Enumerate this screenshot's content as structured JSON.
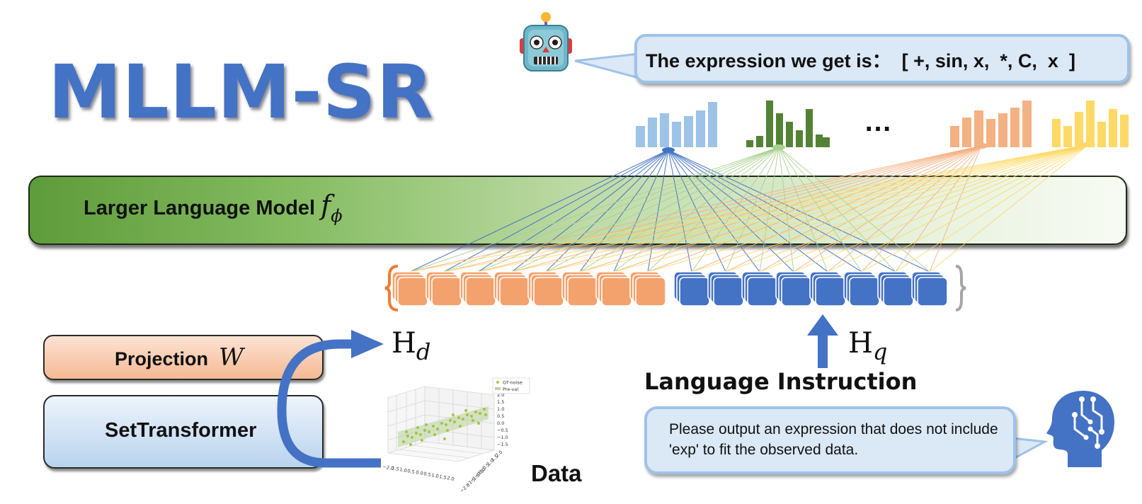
{
  "title": "MLLM-SR",
  "llm": {
    "label": "Larger Language Model",
    "symbol": "f",
    "symbol_sub": "ϕ"
  },
  "output_bubble": {
    "text": "The expression we get is：  [ +, sin, x,  *, C,  x  ]"
  },
  "ellipsis": "…",
  "projection": {
    "label": "Projection",
    "symbol": "W"
  },
  "set_transformer": {
    "label": "SetTransformer"
  },
  "hd": {
    "base": "H",
    "sub": "d"
  },
  "hq": {
    "base": "H",
    "sub": "q"
  },
  "language_instruction": {
    "title": "Language Instruction",
    "text": "Please output an expression that does not include 'exp' to fit the observed data."
  },
  "data_label": "Data",
  "mini_plot": {
    "legend": [
      "GT-noise",
      "Pre-val"
    ],
    "z_ticks": [
      "2.0",
      "1.5",
      "1.0",
      "0.5",
      "0.0",
      "−0.5",
      "−1.0",
      "−1.5"
    ],
    "x_ticks": [
      "−2.0",
      "1.5",
      "1.0",
      "0.5",
      "0.0",
      "0.5",
      "1.0",
      "1.5",
      "2.0"
    ],
    "y_ticks": [
      "2.0",
      "1.5",
      "1.0",
      "0.5",
      "0.0",
      "−0.5",
      "−1.0",
      "−1.5",
      "−2.0"
    ]
  },
  "colors": {
    "accent_blue": "#4472c4",
    "orange_token": "#f4a26d",
    "green_llm": "#70ad47",
    "light_blue_bubble": "#dbe8f6",
    "bar_blue": "#9dc3e6",
    "bar_green": "#548235",
    "bar_orange": "#f4b183",
    "bar_yellow": "#ffd966"
  },
  "icons": [
    "robot-icon",
    "head-brain-icon",
    "up-arrow-icon",
    "curved-arrow-icon"
  ]
}
